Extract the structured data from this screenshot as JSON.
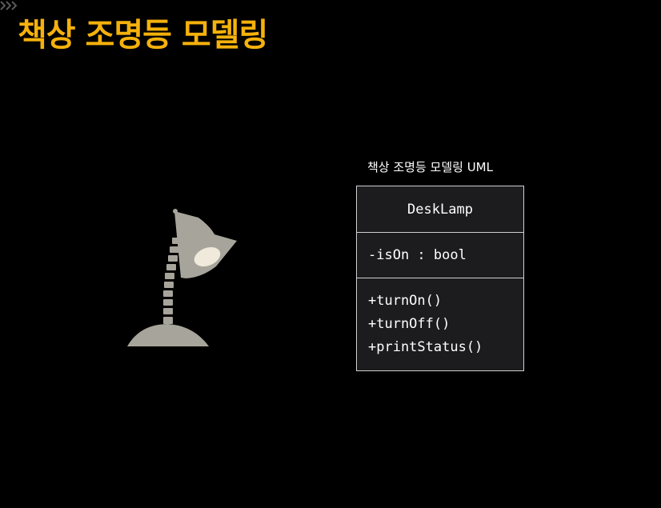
{
  "slide": {
    "title": "책상 조명등 모델링"
  },
  "uml": {
    "caption": "책상 조명등 모델링 UML",
    "class_name": "DeskLamp",
    "attributes": [
      "-isOn : bool"
    ],
    "methods": [
      "+turnOn()",
      "+turnOff()",
      "+printStatus()"
    ]
  },
  "illustration": {
    "icon": "desk-lamp-icon",
    "lamp_color": "#a7a49b",
    "bulb_color": "#efeadb"
  },
  "colors": {
    "background": "#000000",
    "title": "#f5b10c",
    "uml_fill": "#1c1b1d",
    "uml_border": "#d0d0d0"
  }
}
